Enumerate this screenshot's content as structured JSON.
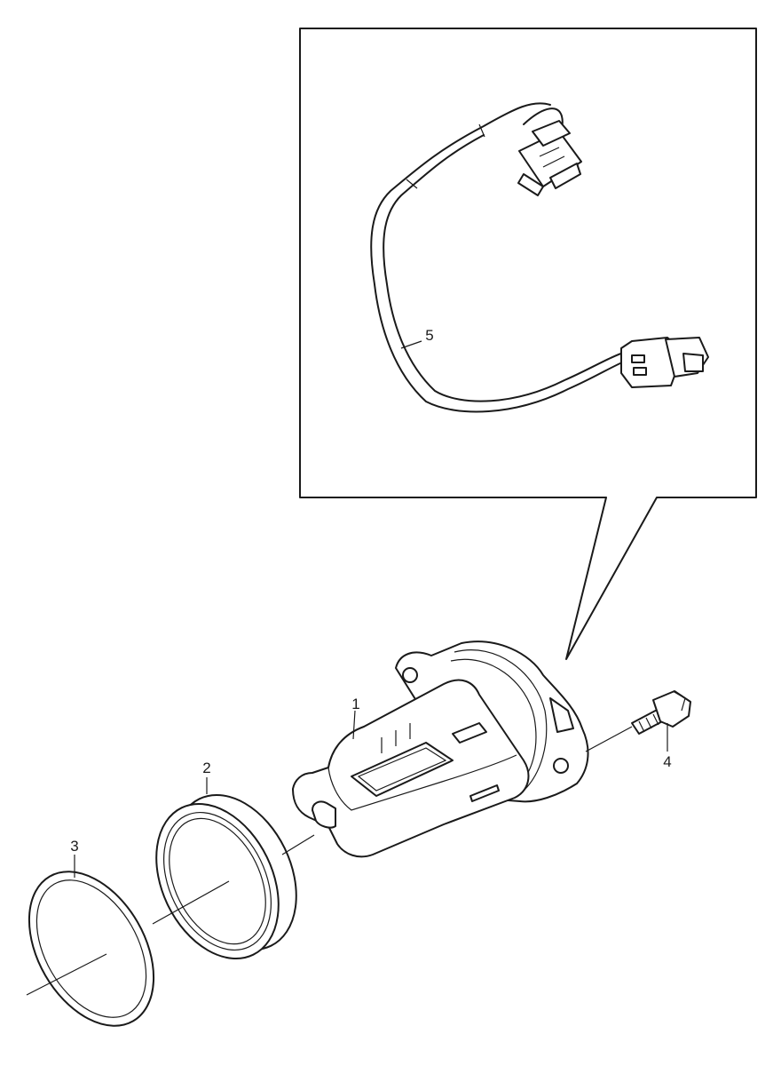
{
  "callouts": [
    {
      "id": "1",
      "label": "1",
      "part": "mass-air-flow-sensor-body"
    },
    {
      "id": "2",
      "label": "2",
      "part": "seal-ring-large"
    },
    {
      "id": "3",
      "label": "3",
      "part": "o-ring"
    },
    {
      "id": "4",
      "label": "4",
      "part": "bolt"
    },
    {
      "id": "5",
      "label": "5",
      "part": "wiring-harness"
    }
  ],
  "colors": {
    "line": "#1a1a1a",
    "background": "#ffffff"
  }
}
